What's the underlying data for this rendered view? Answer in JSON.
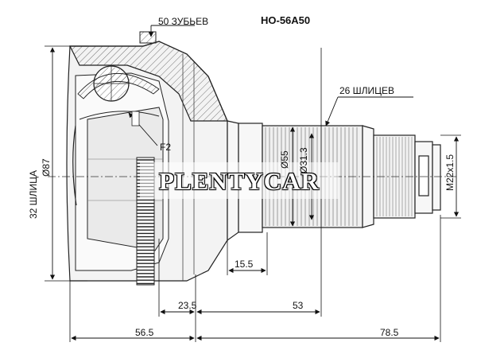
{
  "part_number": "HO-56A50",
  "labels": {
    "teeth": "50 ЗУБЬЕВ",
    "splines_26": "26 ШЛИЦЕВ",
    "splines_32": "32 ШЛИЦА",
    "diameter_87": "Ø87",
    "f2": "F2",
    "diameter_55": "Ø55",
    "diameter_31_3": "Ø31.3",
    "thread": "M22x1.5"
  },
  "dimensions": {
    "d_15_5": "15.5",
    "d_23_5": "23.5",
    "d_53": "53",
    "d_56_5": "56.5",
    "d_78_5": "78.5"
  },
  "watermark": "PLENTYCAR"
}
